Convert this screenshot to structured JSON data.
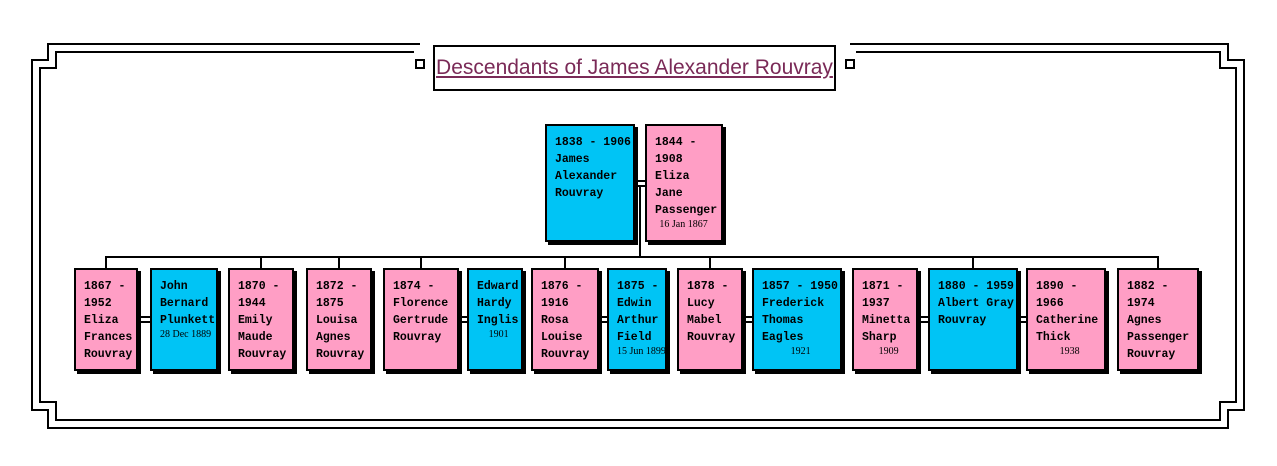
{
  "title": "Descendants of James Alexander Rouvray",
  "colors": {
    "male": "#00c4f5",
    "female": "#ff9ec5",
    "title_text": "#7a2a57"
  },
  "root_couple": [
    {
      "id": "p-james",
      "gender": "male",
      "lines": [
        "1838 - 1906",
        "James",
        "Alexander",
        "Rouvray"
      ]
    },
    {
      "id": "p-eliza-jane",
      "gender": "female",
      "lines": [
        "1844 -",
        "1908",
        "Eliza",
        "Jane",
        "Passenger"
      ],
      "marriage": "16 Jan 1867"
    }
  ],
  "children": [
    {
      "id": "c1",
      "gender": "female",
      "lines": [
        "1867 -",
        "1952",
        "Eliza",
        "Frances",
        "Rouvray"
      ]
    },
    {
      "id": "s1",
      "gender": "male",
      "lines": [
        "John",
        "Bernard",
        "Plunkett"
      ],
      "marriage": "28 Dec 1889"
    },
    {
      "id": "c2",
      "gender": "female",
      "lines": [
        "1870 -",
        "1944",
        "Emily",
        "Maude",
        "Rouvray"
      ]
    },
    {
      "id": "c3",
      "gender": "female",
      "lines": [
        "1872 -",
        "1875",
        "Louisa",
        "Agnes",
        "Rouvray"
      ]
    },
    {
      "id": "c4",
      "gender": "female",
      "lines": [
        "1874 -",
        "Florence",
        "Gertrude",
        "Rouvray"
      ]
    },
    {
      "id": "s4",
      "gender": "male",
      "lines": [
        "Edward",
        "Hardy",
        "Inglis"
      ],
      "marriage": "1901"
    },
    {
      "id": "c5",
      "gender": "female",
      "lines": [
        "1876 -",
        "1916",
        "Rosa",
        "Louise",
        "Rouvray"
      ]
    },
    {
      "id": "s5",
      "gender": "male",
      "lines": [
        "1875 -",
        "Edwin",
        "Arthur",
        "Field"
      ],
      "marriage": "15 Jun 1899"
    },
    {
      "id": "c6",
      "gender": "female",
      "lines": [
        "1878 -",
        "Lucy",
        "Mabel",
        "Rouvray"
      ]
    },
    {
      "id": "s6",
      "gender": "male",
      "lines": [
        "1857 - 1950",
        "Frederick",
        "Thomas",
        "Eagles"
      ],
      "marriage": "1921"
    },
    {
      "id": "s7",
      "gender": "female",
      "lines": [
        "1871 -",
        "1937",
        "Minetta",
        "Sharp"
      ],
      "marriage": "1909"
    },
    {
      "id": "c7",
      "gender": "male",
      "lines": [
        "1880 - 1959",
        "Albert Gray",
        "Rouvray"
      ]
    },
    {
      "id": "s8",
      "gender": "female",
      "lines": [
        "1890 -",
        "1966",
        "Catherine",
        "Thick"
      ],
      "marriage": "1938"
    },
    {
      "id": "c9",
      "gender": "female",
      "lines": [
        "1882 -",
        "1974",
        "Agnes",
        "Passenger",
        "Rouvray"
      ]
    }
  ]
}
